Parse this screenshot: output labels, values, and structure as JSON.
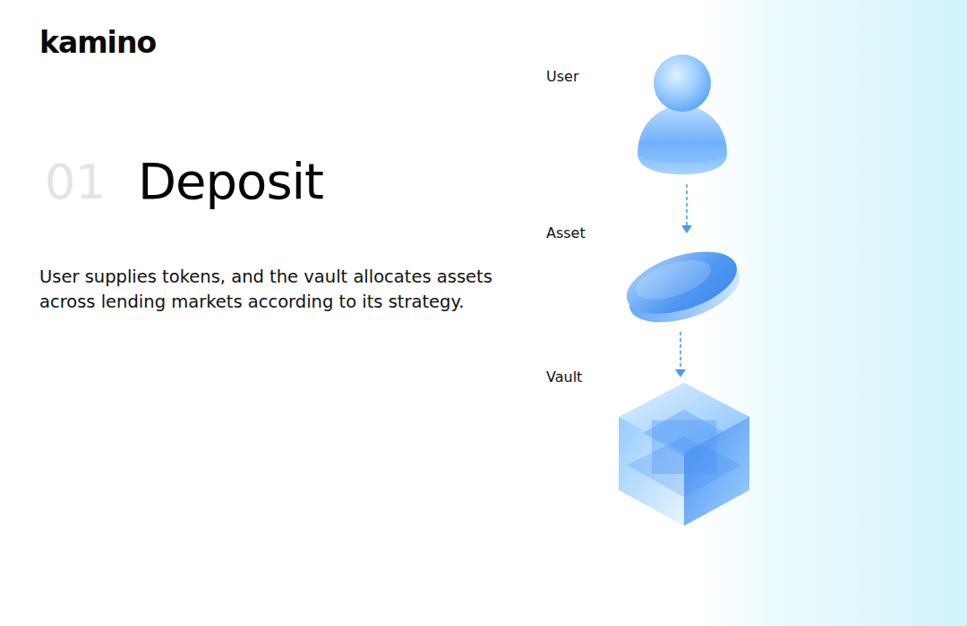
{
  "diagram": {
    "title": "Deposit",
    "nodes": [
      {
        "text": [
          "User"
        ]
      },
      {
        "text": [
          "Asset"
        ]
      },
      {
        "text": [
          "Vault"
        ]
      }
    ],
    "edges": [
      {
        "from": 0,
        "to": 1,
        "arrow": "to"
      },
      {
        "from": 1,
        "to": 2,
        "arrow": "to"
      }
    ],
    "labels": [
      "kamino",
      "01",
      "User supplies tokens, and the vault allocates assets across lending markets according to its strategy."
    ]
  }
}
